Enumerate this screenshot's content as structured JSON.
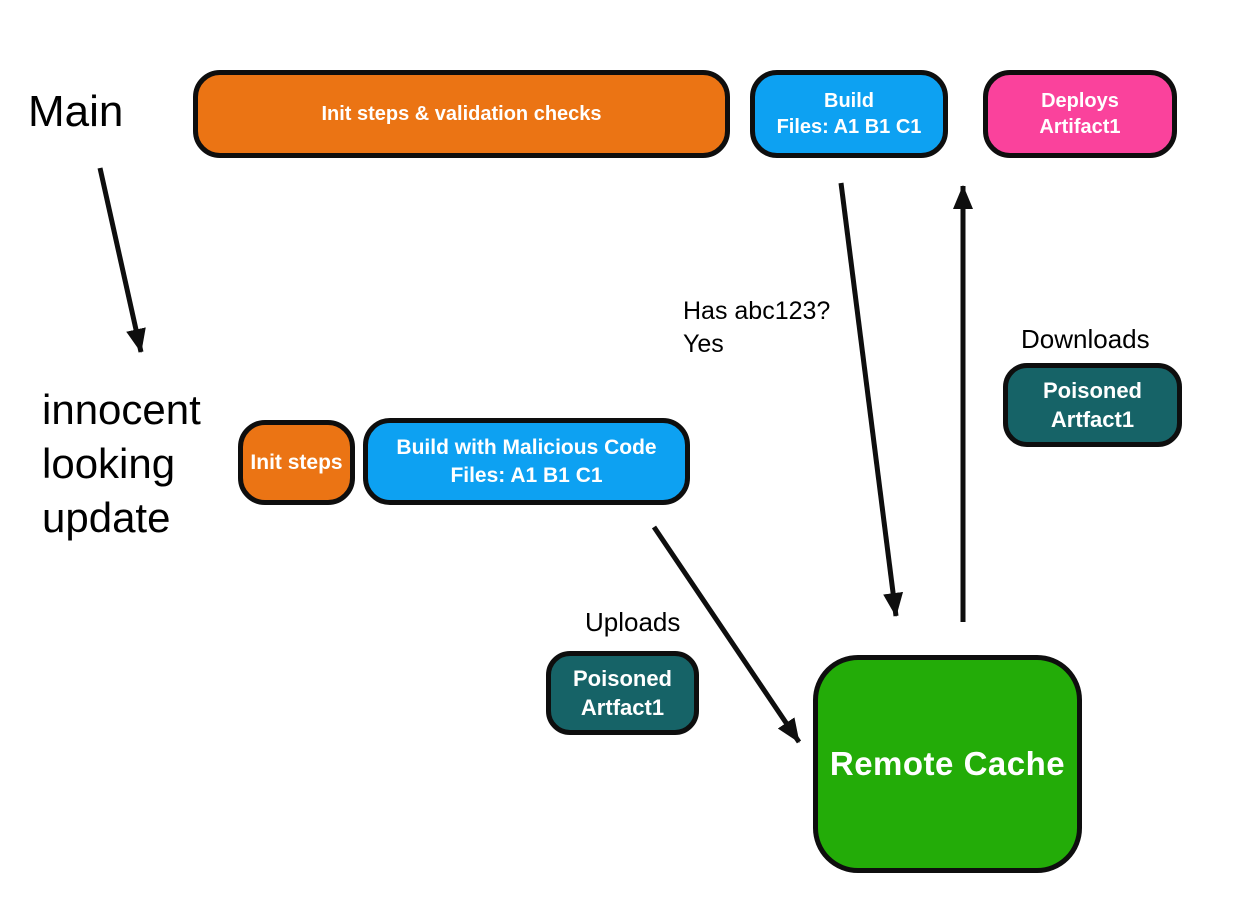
{
  "canvas": {
    "background": "#ffffff"
  },
  "colors": {
    "orange": "#EB7414",
    "blue": "#0DA1F2",
    "pink": "#FA429C",
    "teal": "#166367",
    "green": "#23AC08",
    "outline": "#0E0E0E",
    "text_dark": "#000000",
    "text_light": "#FFFFFF"
  },
  "labels": {
    "main": "Main",
    "innocent_update": "innocent\nlooking\nupdate",
    "has_hash": "Has abc123?\nYes",
    "downloads": "Downloads",
    "uploads": "Uploads"
  },
  "nodes": {
    "init_validation": {
      "label": "Init steps & validation checks"
    },
    "build": {
      "label": "Build\nFiles: A1 B1 C1"
    },
    "deploys": {
      "label": "Deploys\nArtifact1"
    },
    "init_steps": {
      "label": "Init steps"
    },
    "build_malicious": {
      "label": "Build with Malicious Code\nFiles: A1 B1 C1"
    },
    "poisoned_downloads": {
      "label": "Poisoned\nArtfact1"
    },
    "poisoned_uploads": {
      "label": "Poisoned\nArtfact1"
    },
    "remote_cache": {
      "label": "Remote Cache"
    }
  },
  "edges": [
    {
      "from": "main",
      "to": "innocent-looking-update",
      "label": ""
    },
    {
      "from": "build",
      "to": "remote-cache",
      "label": "Has abc123?\nYes"
    },
    {
      "from": "remote-cache",
      "to": "deploys-artifact1",
      "label": "Downloads"
    },
    {
      "from": "build-with-malicious-code",
      "to": "remote-cache",
      "label": "Uploads"
    }
  ]
}
